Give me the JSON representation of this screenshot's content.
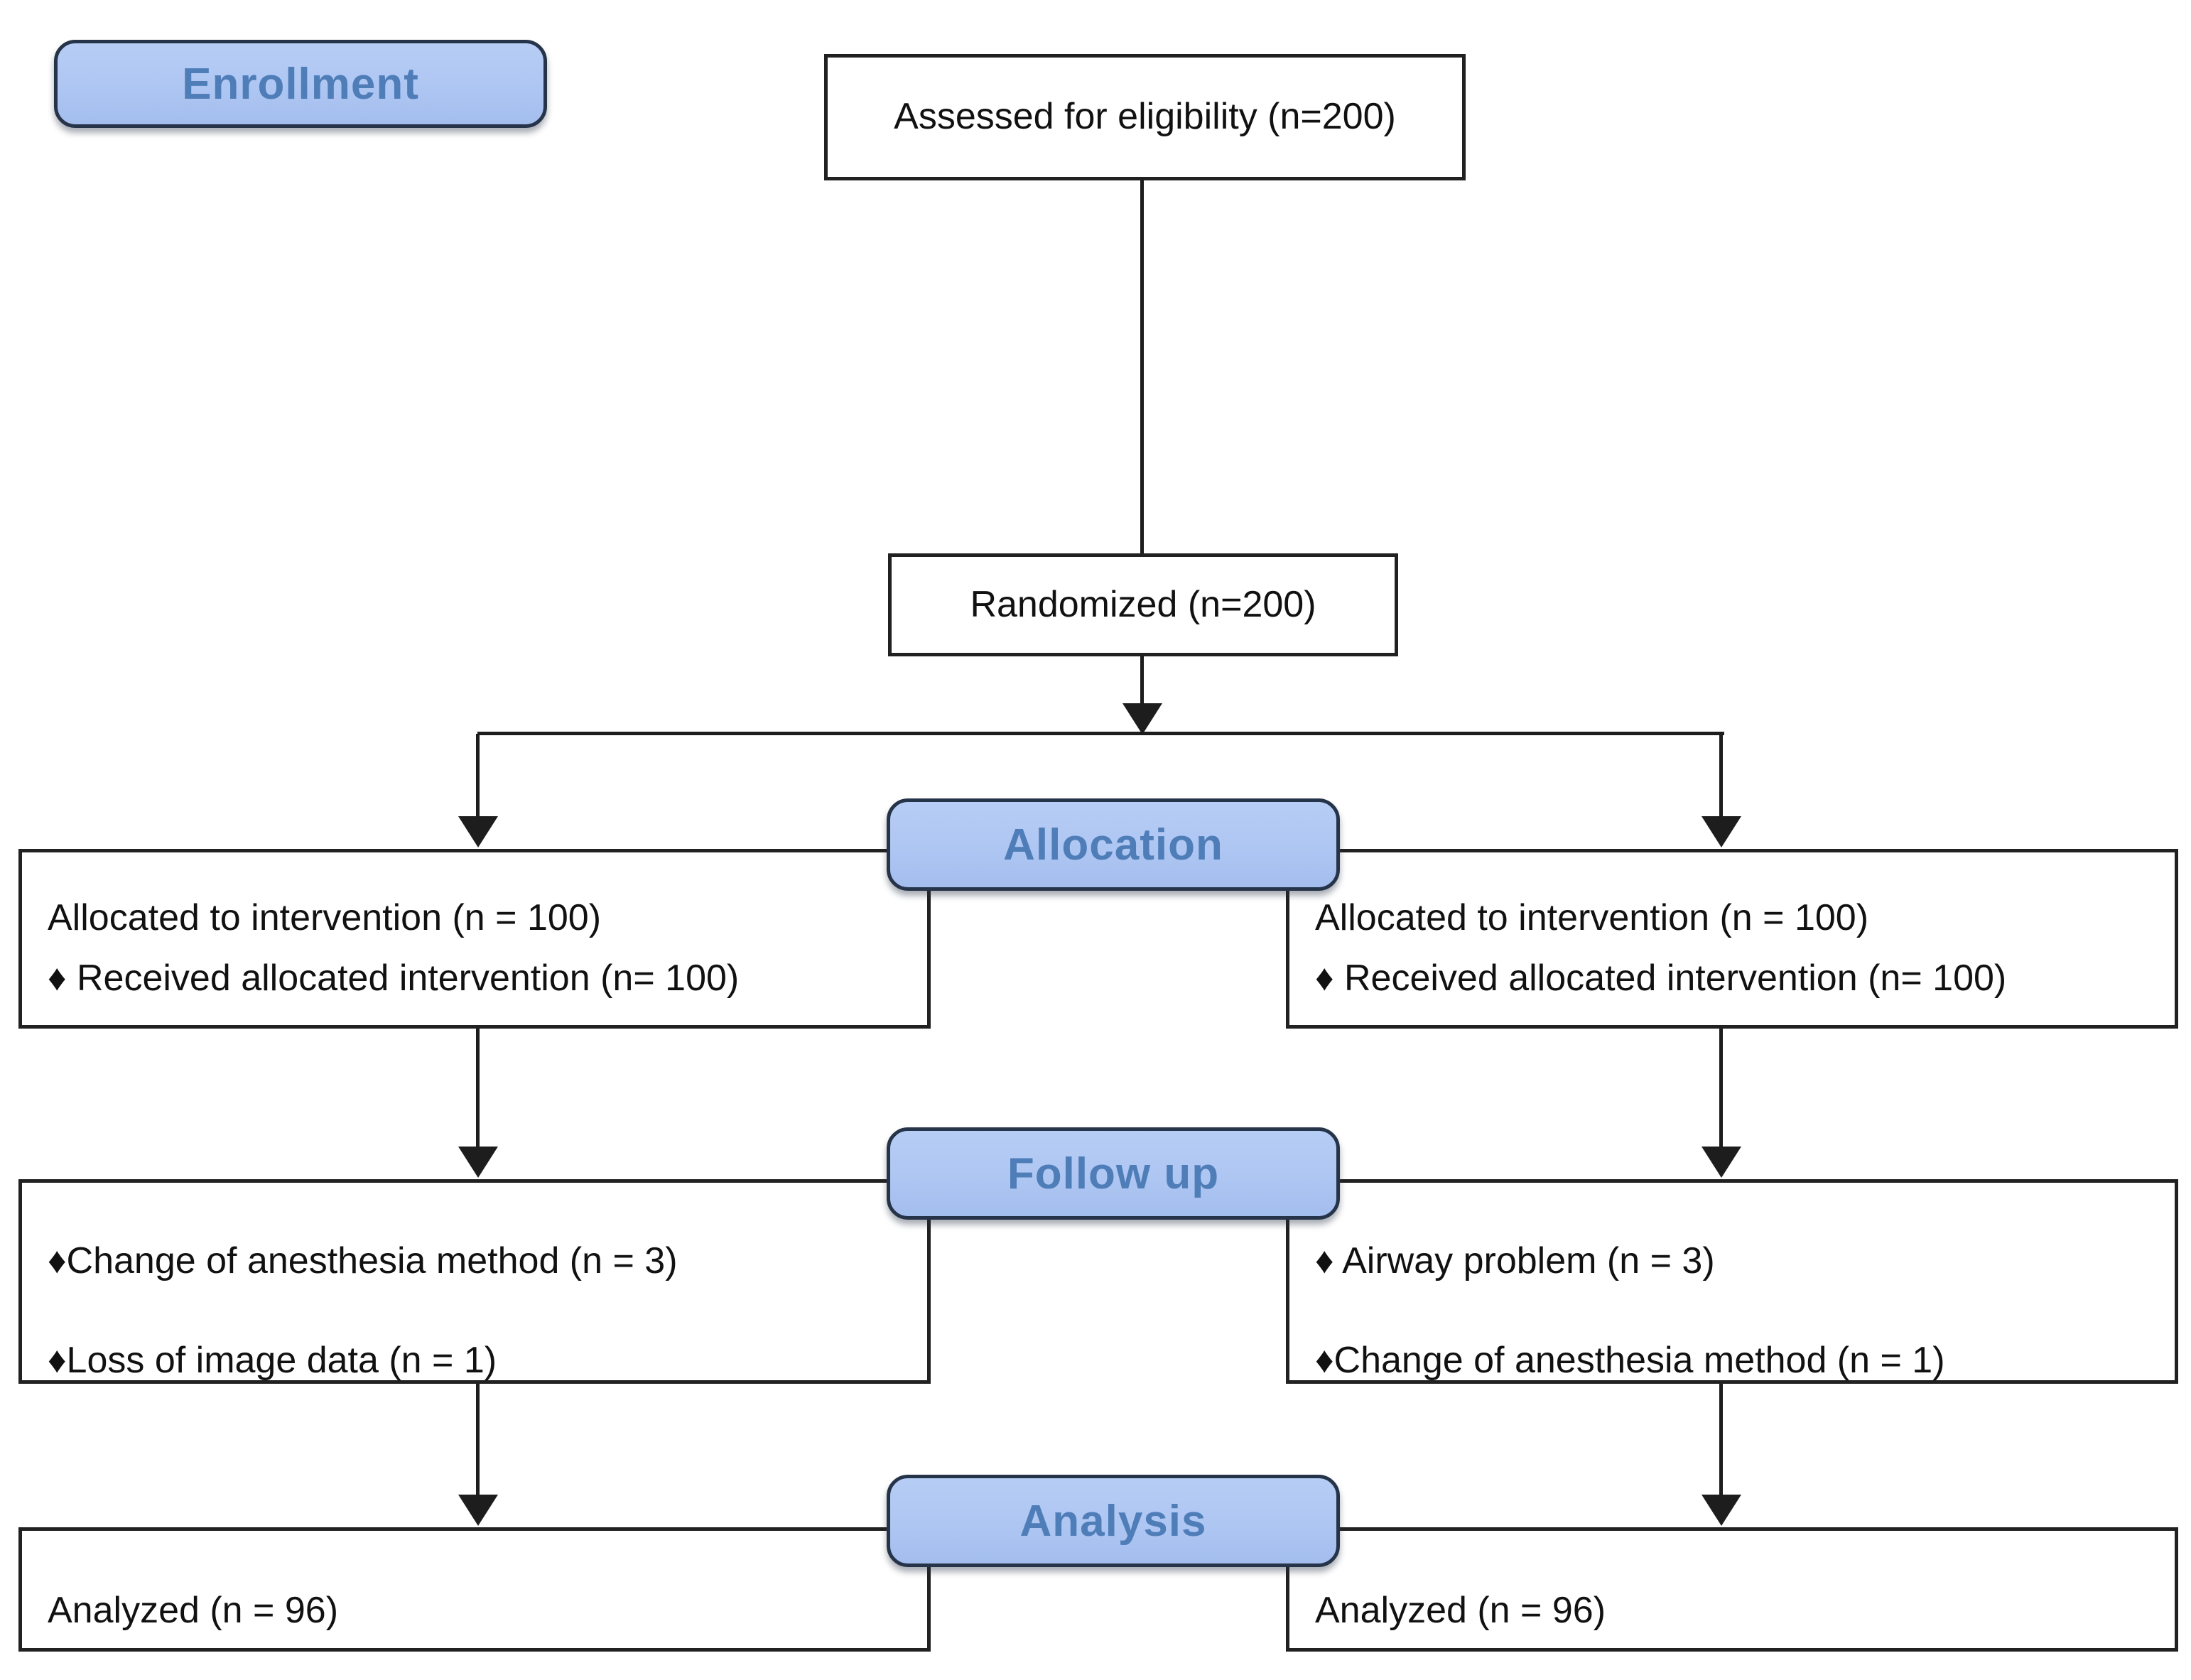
{
  "figure_title": "CONSORT participant flow diagram",
  "stages": {
    "enrollment": "Enrollment",
    "allocation": "Allocation",
    "followup": "Follow up",
    "analysis": "Analysis"
  },
  "boxes": {
    "assessed": "Assessed for eligibility (n=200)",
    "randomized": "Randomized (n=200)",
    "alloc_left": [
      "Allocated to intervention (n = 100)",
      "♦ Received allocated intervention (n= 100)"
    ],
    "alloc_right": [
      "Allocated to intervention (n = 100)",
      "♦ Received allocated intervention (n= 100)"
    ],
    "followup_left": [
      "♦Change of anesthesia method (n = 3)",
      "♦Loss of image data (n = 1)"
    ],
    "followup_right": [
      "♦ Airway problem (n = 3)",
      "♦Change of anesthesia method (n = 1)"
    ],
    "analysis_left": "Analyzed (n = 96)",
    "analysis_right": "Analyzed (n = 96)"
  },
  "counts": {
    "assessed": 200,
    "randomized": 200,
    "allocated_per_arm": 100,
    "received_per_arm": 100,
    "left_change_of_anesthesia": 3,
    "left_loss_of_image_data": 1,
    "right_airway_problem": 3,
    "right_change_of_anesthesia": 1,
    "analyzed_per_arm": 96
  },
  "colors": {
    "stage_fill": "#aec6f2",
    "stage_text": "#4f7db8",
    "stage_border": "#26344a",
    "box_border": "#212121",
    "text": "#111111",
    "line": "#1d1d1d",
    "background": "#ffffff"
  }
}
